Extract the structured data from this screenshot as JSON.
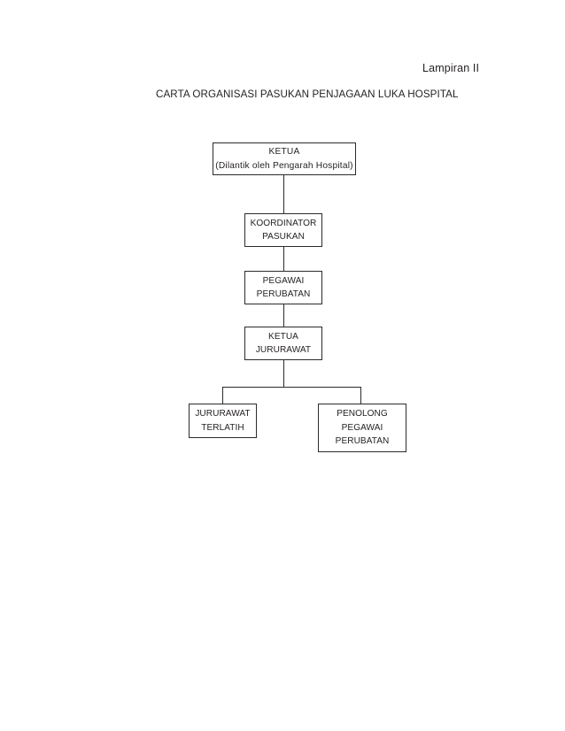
{
  "document": {
    "annex_label": "Lampiran II",
    "chart_title": "CARTA ORGANISASI PASUKAN PENJAGAAN LUKA HOSPITAL"
  },
  "chart_data": {
    "type": "diagram",
    "diagram_type": "organizational-chart",
    "title": "CARTA ORGANISASI PASUKAN PENJAGAAN LUKA HOSPITAL",
    "orientation": "top-down",
    "nodes": [
      {
        "id": "ketua",
        "level": 1,
        "lines": [
          "KETUA",
          "(Dilantik oleh Pengarah Hospital)"
        ]
      },
      {
        "id": "koordinator-pasukan",
        "level": 2,
        "lines": [
          "KOORDINATOR",
          "PASUKAN"
        ]
      },
      {
        "id": "pegawai-perubatan",
        "level": 3,
        "lines": [
          "PEGAWAI",
          "PERUBATAN"
        ]
      },
      {
        "id": "ketua-jururawat",
        "level": 4,
        "lines": [
          "KETUA",
          "JURURAWAT"
        ]
      },
      {
        "id": "jururawat-terlatih",
        "level": 5,
        "lines": [
          "JURURAWAT",
          "TERLATIH"
        ]
      },
      {
        "id": "penolong-pegawai-perubatan",
        "level": 5,
        "lines": [
          "PENOLONG",
          "PEGAWAI",
          "PERUBATAN"
        ]
      }
    ],
    "edges": [
      {
        "from": "ketua",
        "to": "koordinator-pasukan"
      },
      {
        "from": "koordinator-pasukan",
        "to": "pegawai-perubatan"
      },
      {
        "from": "pegawai-perubatan",
        "to": "ketua-jururawat"
      },
      {
        "from": "ketua-jururawat",
        "to": "jururawat-terlatih"
      },
      {
        "from": "ketua-jururawat",
        "to": "penolong-pegawai-perubatan"
      }
    ],
    "colors": {
      "page_background": "#ffffff",
      "box_fill": "#ffffff",
      "box_border": "#2b2b2b",
      "connector": "#2b2b2b",
      "text": "#231f20"
    }
  }
}
